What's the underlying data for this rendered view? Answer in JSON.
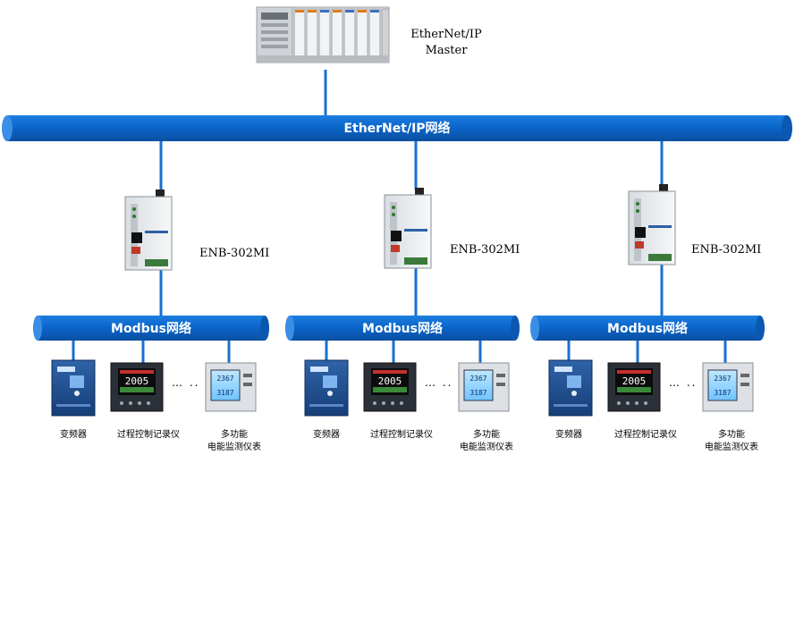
{
  "master": {
    "label_line1": "EtherNet/IP",
    "label_line2": "Master"
  },
  "ethernet_bus": {
    "label": "EtherNet/IP网络"
  },
  "gateways": [
    {
      "label": "ENB-302MI"
    },
    {
      "label": "ENB-302MI"
    },
    {
      "label": "ENB-302MI"
    }
  ],
  "modbus_buses": [
    {
      "label": "Modbus网络"
    },
    {
      "label": "Modbus网络"
    },
    {
      "label": "Modbus网络"
    }
  ],
  "device_groups": [
    {
      "vfd": "变频器",
      "recorder": "过程控制记录仪",
      "meter_line1": "多功能",
      "meter_line2": "电能监测仪表",
      "ellipsis": "…  .."
    },
    {
      "vfd": "变频器",
      "recorder": "过程控制记录仪",
      "meter_line1": "多功能",
      "meter_line2": "电能监测仪表",
      "ellipsis": "…  .."
    },
    {
      "vfd": "变频器",
      "recorder": "过程控制记录仪",
      "meter_line1": "多功能",
      "meter_line2": "电能监测仪表",
      "ellipsis": "…  .."
    }
  ],
  "screen_digits": {
    "recorder": "2005",
    "meter_a": "2367",
    "meter_b": "3187"
  },
  "colors": {
    "bus_blue": "#0a64c8",
    "bus_dark": "#0550a8",
    "link_blue": "#1a6fd0"
  }
}
